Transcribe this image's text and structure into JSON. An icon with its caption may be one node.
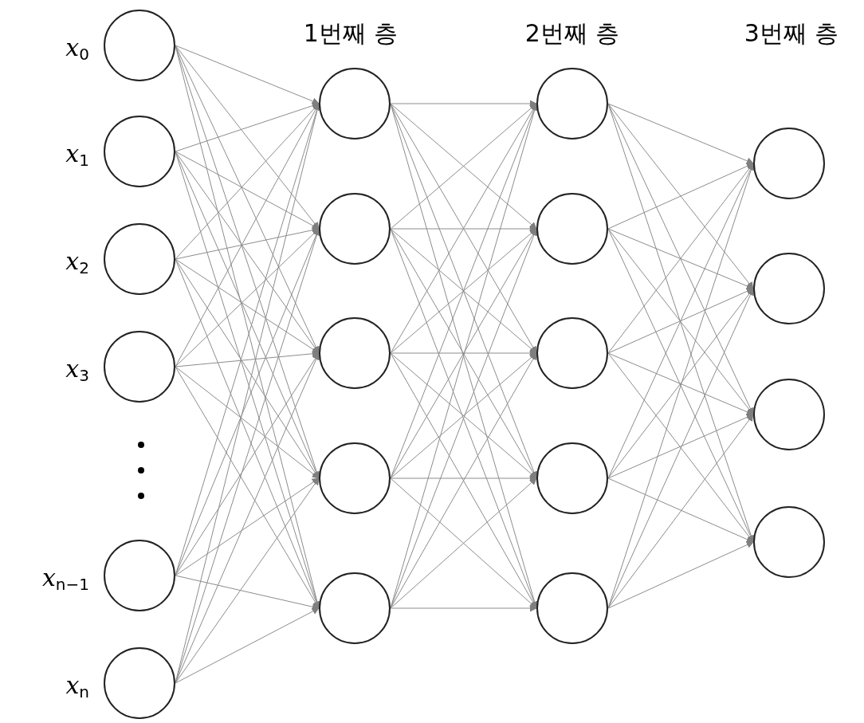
{
  "diagram": {
    "nodes": [
      {
        "text": [],
        "shape": "circle",
        "beside": [
          "*x*$_{0}$"
        ]
      },
      {
        "text": [],
        "shape": "circle",
        "beside": [
          "*x*$_{1}$"
        ]
      },
      {
        "text": [],
        "shape": "circle",
        "beside": [
          "*x*$_{2}$"
        ]
      },
      {
        "text": [],
        "shape": "circle",
        "beside": [
          "*x*$_{3}$"
        ]
      },
      {
        "text": [],
        "shape": "circle",
        "beside": [
          "*x*$_{n−1}$"
        ]
      },
      {
        "text": [],
        "shape": "circle",
        "beside": [
          "*x*$_{n}$"
        ]
      },
      {
        "text": [],
        "shape": "circle"
      },
      {
        "text": [],
        "shape": "circle"
      },
      {
        "text": [],
        "shape": "circle"
      },
      {
        "text": [],
        "shape": "circle"
      },
      {
        "text": [],
        "shape": "circle"
      },
      {
        "text": [],
        "shape": "circle"
      },
      {
        "text": [],
        "shape": "circle"
      },
      {
        "text": [],
        "shape": "circle"
      },
      {
        "text": [],
        "shape": "circle"
      },
      {
        "text": [],
        "shape": "circle"
      },
      {
        "text": [],
        "shape": "circle"
      },
      {
        "text": [],
        "shape": "circle"
      },
      {
        "text": [],
        "shape": "circle"
      },
      {
        "text": [],
        "shape": "circle"
      }
    ],
    "edges": [
      {
        "from": 0,
        "to": 6,
        "arrow": "to"
      },
      {
        "from": 0,
        "to": 7,
        "arrow": "to"
      },
      {
        "from": 0,
        "to": 8,
        "arrow": "to"
      },
      {
        "from": 0,
        "to": 9,
        "arrow": "to"
      },
      {
        "from": 0,
        "to": 10,
        "arrow": "to"
      },
      {
        "from": 1,
        "to": 6,
        "arrow": "to"
      },
      {
        "from": 1,
        "to": 7,
        "arrow": "to"
      },
      {
        "from": 1,
        "to": 8,
        "arrow": "to"
      },
      {
        "from": 1,
        "to": 9,
        "arrow": "to"
      },
      {
        "from": 1,
        "to": 10,
        "arrow": "to"
      },
      {
        "from": 2,
        "to": 6,
        "arrow": "to"
      },
      {
        "from": 2,
        "to": 7,
        "arrow": "to"
      },
      {
        "from": 2,
        "to": 8,
        "arrow": "to"
      },
      {
        "from": 2,
        "to": 9,
        "arrow": "to"
      },
      {
        "from": 2,
        "to": 10,
        "arrow": "to"
      },
      {
        "from": 3,
        "to": 6,
        "arrow": "to"
      },
      {
        "from": 3,
        "to": 7,
        "arrow": "to"
      },
      {
        "from": 3,
        "to": 8,
        "arrow": "to"
      },
      {
        "from": 3,
        "to": 9,
        "arrow": "to"
      },
      {
        "from": 3,
        "to": 10,
        "arrow": "to"
      },
      {
        "from": 4,
        "to": 6,
        "arrow": "to"
      },
      {
        "from": 4,
        "to": 7,
        "arrow": "to"
      },
      {
        "from": 4,
        "to": 8,
        "arrow": "to"
      },
      {
        "from": 4,
        "to": 9,
        "arrow": "to"
      },
      {
        "from": 4,
        "to": 10,
        "arrow": "to"
      },
      {
        "from": 5,
        "to": 6,
        "arrow": "to"
      },
      {
        "from": 5,
        "to": 7,
        "arrow": "to"
      },
      {
        "from": 5,
        "to": 8,
        "arrow": "to"
      },
      {
        "from": 5,
        "to": 9,
        "arrow": "to"
      },
      {
        "from": 5,
        "to": 10,
        "arrow": "to"
      },
      {
        "from": 6,
        "to": 11,
        "arrow": "to"
      },
      {
        "from": 6,
        "to": 12,
        "arrow": "to"
      },
      {
        "from": 6,
        "to": 13,
        "arrow": "to"
      },
      {
        "from": 6,
        "to": 14,
        "arrow": "to"
      },
      {
        "from": 6,
        "to": 15,
        "arrow": "to"
      },
      {
        "from": 7,
        "to": 11,
        "arrow": "to"
      },
      {
        "from": 7,
        "to": 12,
        "arrow": "to"
      },
      {
        "from": 7,
        "to": 13,
        "arrow": "to"
      },
      {
        "from": 7,
        "to": 14,
        "arrow": "to"
      },
      {
        "from": 7,
        "to": 15,
        "arrow": "to"
      },
      {
        "from": 8,
        "to": 11,
        "arrow": "to"
      },
      {
        "from": 8,
        "to": 12,
        "arrow": "to"
      },
      {
        "from": 8,
        "to": 13,
        "arrow": "to"
      },
      {
        "from": 8,
        "to": 14,
        "arrow": "to"
      },
      {
        "from": 8,
        "to": 15,
        "arrow": "to"
      },
      {
        "from": 9,
        "to": 11,
        "arrow": "to"
      },
      {
        "from": 9,
        "to": 12,
        "arrow": "to"
      },
      {
        "from": 9,
        "to": 13,
        "arrow": "to"
      },
      {
        "from": 9,
        "to": 14,
        "arrow": "to"
      },
      {
        "from": 9,
        "to": 15,
        "arrow": "to"
      },
      {
        "from": 10,
        "to": 11,
        "arrow": "to"
      },
      {
        "from": 10,
        "to": 12,
        "arrow": "to"
      },
      {
        "from": 10,
        "to": 13,
        "arrow": "to"
      },
      {
        "from": 10,
        "to": 14,
        "arrow": "to"
      },
      {
        "from": 10,
        "to": 15,
        "arrow": "to"
      },
      {
        "from": 11,
        "to": 16,
        "arrow": "to"
      },
      {
        "from": 11,
        "to": 17,
        "arrow": "to"
      },
      {
        "from": 11,
        "to": 18,
        "arrow": "to"
      },
      {
        "from": 11,
        "to": 19,
        "arrow": "to"
      },
      {
        "from": 12,
        "to": 16,
        "arrow": "to"
      },
      {
        "from": 12,
        "to": 17,
        "arrow": "to"
      },
      {
        "from": 12,
        "to": 18,
        "arrow": "to"
      },
      {
        "from": 12,
        "to": 19,
        "arrow": "to"
      },
      {
        "from": 13,
        "to": 16,
        "arrow": "to"
      },
      {
        "from": 13,
        "to": 17,
        "arrow": "to"
      },
      {
        "from": 13,
        "to": 18,
        "arrow": "to"
      },
      {
        "from": 13,
        "to": 19,
        "arrow": "to"
      },
      {
        "from": 14,
        "to": 16,
        "arrow": "to"
      },
      {
        "from": 14,
        "to": 17,
        "arrow": "to"
      },
      {
        "from": 14,
        "to": 18,
        "arrow": "to"
      },
      {
        "from": 14,
        "to": 19,
        "arrow": "to"
      },
      {
        "from": 15,
        "to": 16,
        "arrow": "to"
      },
      {
        "from": 15,
        "to": 17,
        "arrow": "to"
      },
      {
        "from": 15,
        "to": 18,
        "arrow": "to"
      },
      {
        "from": 15,
        "to": 19,
        "arrow": "to"
      }
    ],
    "labels": [
      "1번째 층",
      "2번째 층",
      "3번째 층"
    ]
  }
}
